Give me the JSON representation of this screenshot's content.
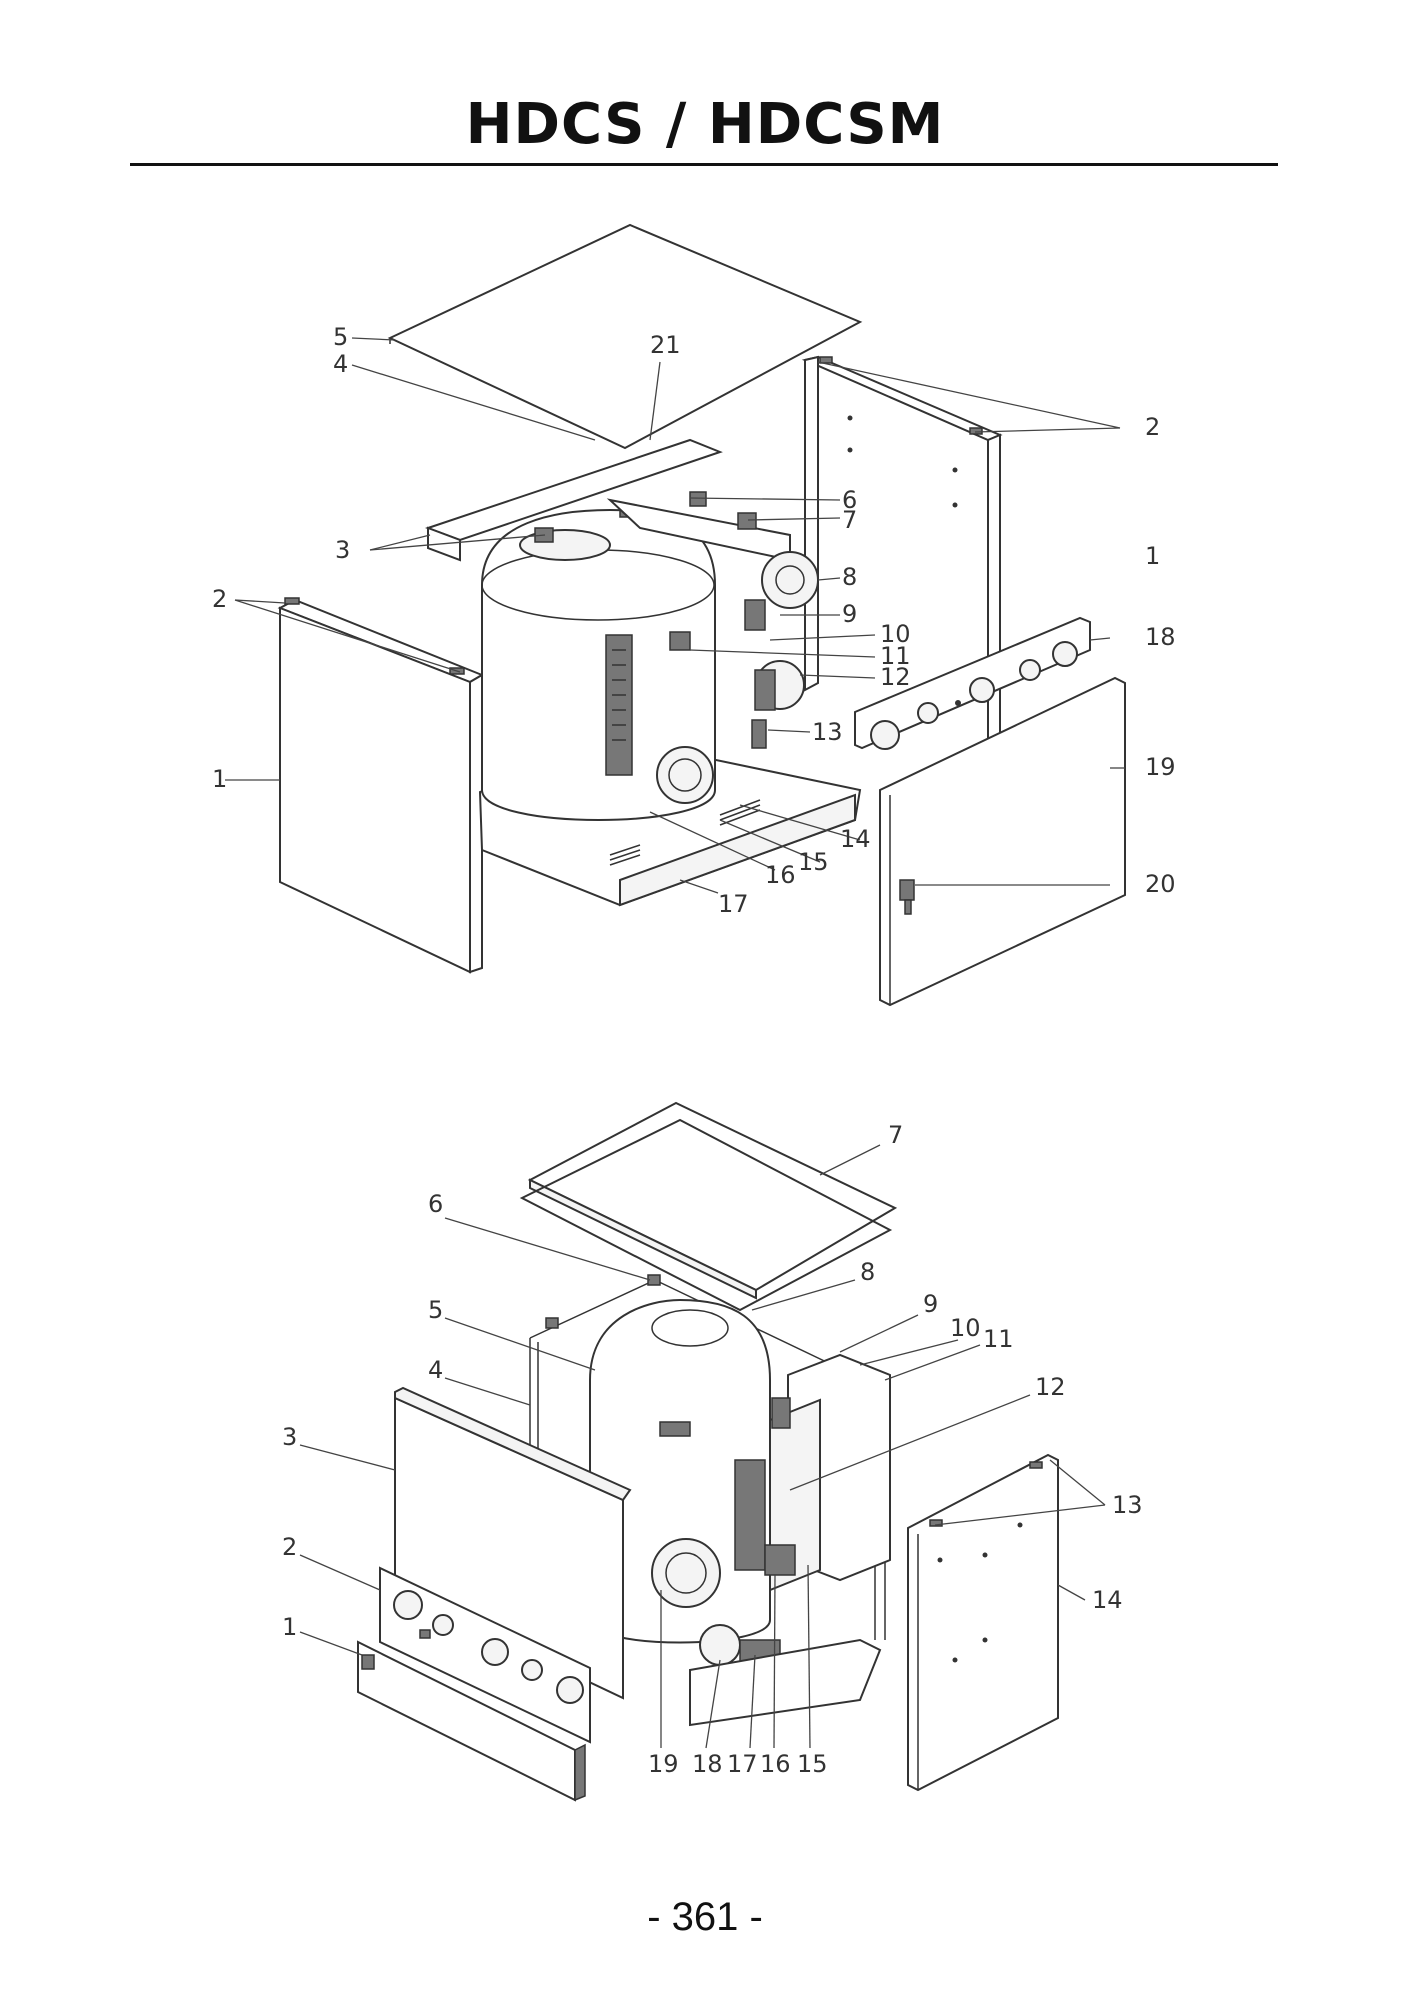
{
  "page": {
    "title": "HDCS / HDCSM",
    "page_number": "-  361  -"
  },
  "diagram_top": {
    "labels": [
      "1",
      "1",
      "2",
      "2",
      "3",
      "4",
      "5",
      "6",
      "7",
      "8",
      "9",
      "10",
      "11",
      "12",
      "13",
      "14",
      "15",
      "16",
      "17",
      "18",
      "19",
      "20",
      "21"
    ]
  },
  "diagram_bottom": {
    "labels": [
      "1",
      "2",
      "3",
      "4",
      "5",
      "6",
      "7",
      "8",
      "9",
      "10",
      "11",
      "12",
      "13",
      "14",
      "15",
      "16",
      "17",
      "18",
      "19"
    ]
  }
}
